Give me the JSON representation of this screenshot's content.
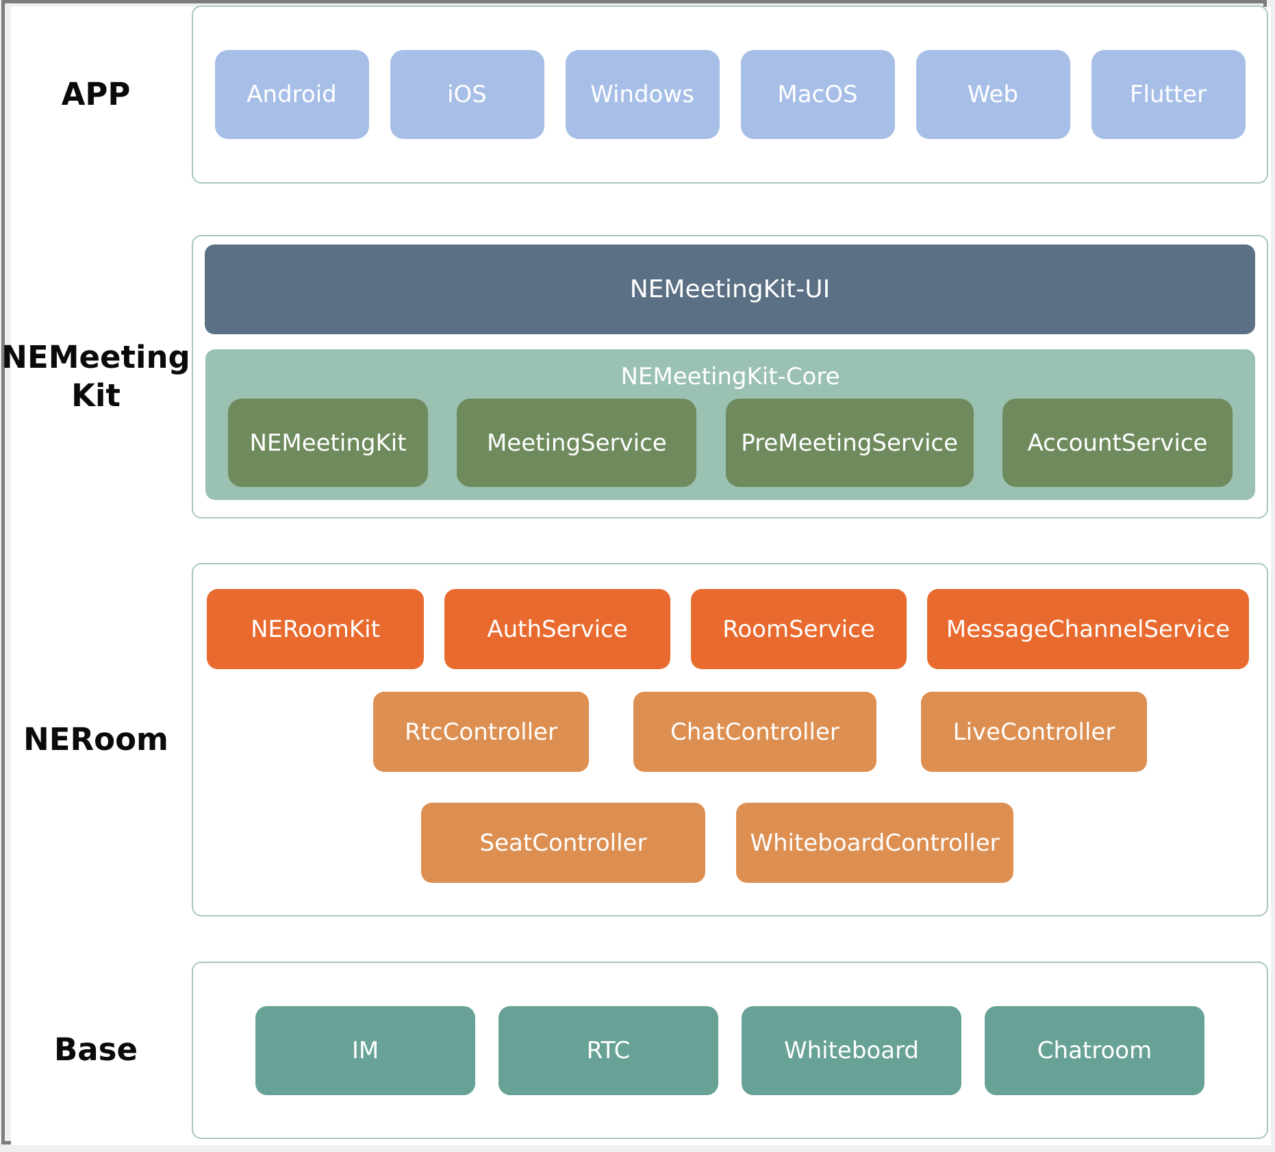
{
  "diagram": {
    "sections": {
      "app": {
        "label": "APP",
        "items": [
          "Android",
          "iOS",
          "Windows",
          "MacOS",
          "Web",
          "Flutter"
        ]
      },
      "meeting_kit": {
        "label_line1": "NEMeeting",
        "label_line2": "Kit",
        "ui_bar": "NEMeetingKit-UI",
        "core": {
          "title": "NEMeetingKit-Core",
          "items": [
            "NEMeetingKit",
            "MeetingService",
            "PreMeetingService",
            "AccountService"
          ]
        }
      },
      "neroom": {
        "label": "NERoom",
        "service_row": [
          "NERoomKit",
          "AuthService",
          "RoomService",
          "MessageChannelService"
        ],
        "controller_row1": [
          "RtcController",
          "ChatController",
          "LiveController"
        ],
        "controller_row2": [
          "SeatController",
          "WhiteboardController"
        ]
      },
      "base": {
        "label": "Base",
        "items": [
          "IM",
          "RTC",
          "Whiteboard",
          "Chatroom"
        ]
      }
    },
    "colors": {
      "app_box": "#a7bfe7",
      "ui_bar": "#5b7084",
      "core_background": "#9ac1b1",
      "core_box": "#6f8b5d",
      "service_box": "#e96a2e",
      "controller_box": "#dd8f51",
      "base_box": "#68a296",
      "section_border": "#a6c8bb",
      "window_frame": "#7d7d7d",
      "label_text": "#0a0a0a",
      "box_text": "#ffffff"
    }
  }
}
